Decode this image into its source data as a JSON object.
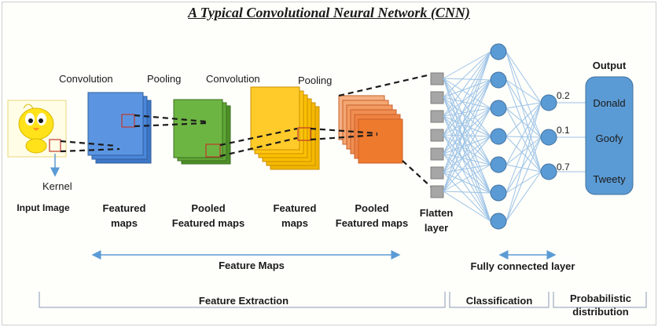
{
  "title": "A Typical Convolutional Neural Network (CNN)",
  "stage_labels": {
    "convolution_1": "Convolution",
    "pooling_1": "Pooling",
    "convolution_2": "Convolution",
    "pooling_2": "Pooling"
  },
  "kernel_label": "Kernel",
  "bottom_labels": {
    "input_image": "Input Image",
    "featured_maps_1": "Featured\nmaps",
    "pooled_maps_1": "Pooled\nFeatured maps",
    "featured_maps_2": "Featured\nmaps",
    "pooled_maps_2": "Pooled\nFeatured maps",
    "flatten_layer": "Flatten\nlayer"
  },
  "output": {
    "title": "Output",
    "classes": [
      {
        "label": "Donald",
        "probability": "0.2"
      },
      {
        "label": "Goofy",
        "probability": "0.1"
      },
      {
        "label": "Tweety",
        "probability": "0.7"
      }
    ]
  },
  "spans": {
    "feature_maps": "Feature Maps",
    "fully_connected": "Fully connected layer"
  },
  "sections": {
    "feature_extraction": "Feature Extraction",
    "classification": "Classification",
    "probabilistic": "Probabilistic\ndistribution"
  },
  "colors": {
    "blue_maps": "#4a86d9",
    "green_maps": "#5fa636",
    "yellow_maps": "#ffc000",
    "orange_maps": "#ee7a2e",
    "flatten_cells": "#a6a6a6",
    "neurons": "#5b9bd5",
    "output_box": "#5b9bd5",
    "arrows": "#5b9bd5"
  }
}
